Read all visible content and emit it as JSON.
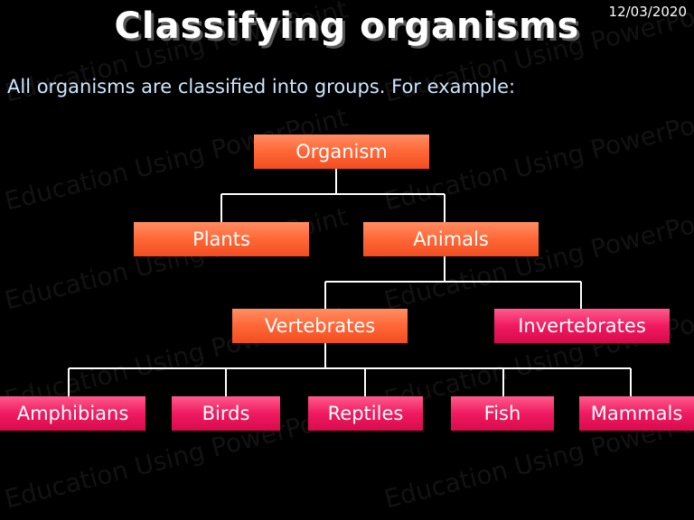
{
  "slide": {
    "date": "12/03/2020",
    "title": "Classifying organisms",
    "subtitle": "All organisms are classified into groups.  For example:",
    "watermark": "Education Using PowerPoint"
  },
  "tree": {
    "root": "Organism",
    "level1": [
      "Plants",
      "Animals"
    ],
    "level2": [
      "Vertebrates",
      "Invertebrates"
    ],
    "level3": [
      "Amphibians",
      "Birds",
      "Reptiles",
      "Fish",
      "Mammals"
    ]
  },
  "colors": {
    "node_orange": "#ff6a3a",
    "node_pink": "#f01a60",
    "connector": "#ffffff",
    "subtitle": "#cce6ff"
  }
}
